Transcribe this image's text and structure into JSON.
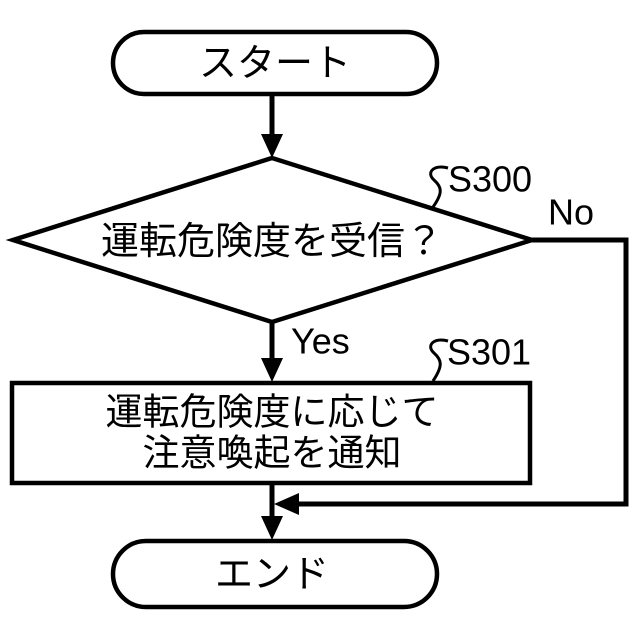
{
  "colors": {
    "background": "#ffffff",
    "stroke": "#000000",
    "text": "#000000"
  },
  "start": {
    "label": "スタート"
  },
  "decision": {
    "label": "運転危険度を受信？",
    "step": "S300"
  },
  "branches": {
    "yes": "Yes",
    "no": "No"
  },
  "process": {
    "line1": "運転危険度に応じて",
    "line2": "注意喚起を通知",
    "step": "S301"
  },
  "end": {
    "label": "エンド"
  }
}
